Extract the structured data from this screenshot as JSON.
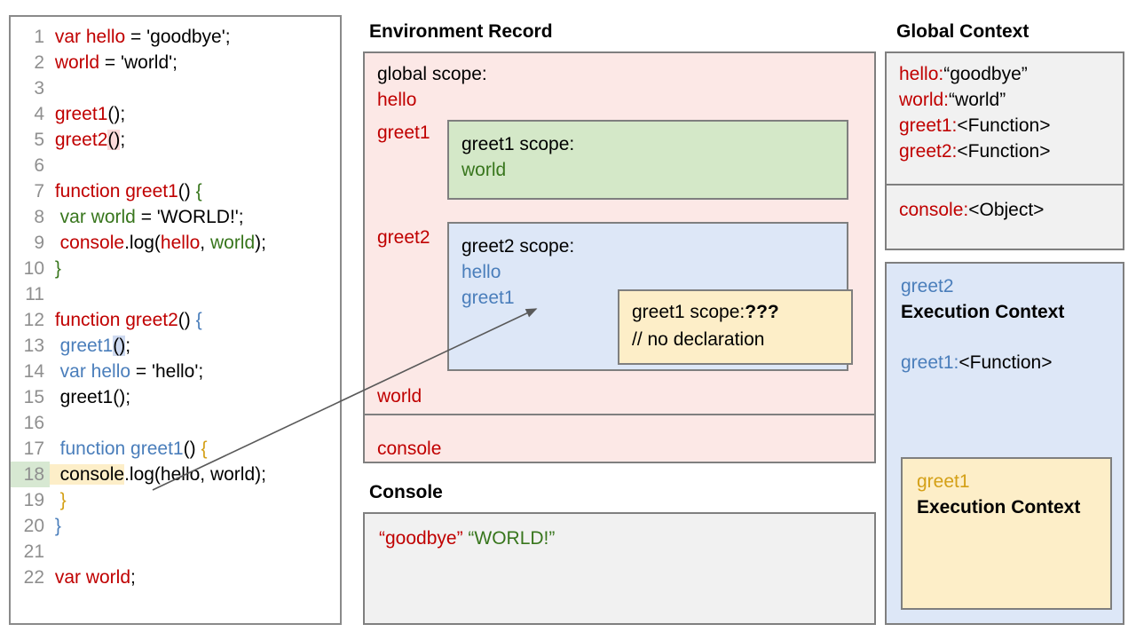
{
  "code": {
    "lines": [
      {
        "num": "1",
        "segments": [
          {
            "t": " var hello",
            "c": "k-red"
          },
          {
            "t": " = 'goodbye';",
            "c": "k-blk"
          }
        ]
      },
      {
        "num": "2",
        "segments": [
          {
            "t": " world",
            "c": "k-red"
          },
          {
            "t": " = 'world';",
            "c": "k-blk"
          }
        ]
      },
      {
        "num": "3",
        "segments": []
      },
      {
        "num": "4",
        "segments": [
          {
            "t": " greet1",
            "c": "k-red"
          },
          {
            "t": "()",
            "c": "k-blk"
          },
          {
            "t": ";",
            "c": "k-blk"
          }
        ]
      },
      {
        "num": "5",
        "segments": [
          {
            "t": " greet2",
            "c": "k-red"
          },
          {
            "t": "()",
            "c": "k-blk",
            "h": "hl-pink"
          },
          {
            "t": ";",
            "c": "k-blk"
          }
        ]
      },
      {
        "num": "6",
        "segments": []
      },
      {
        "num": "7",
        "segments": [
          {
            "t": " function greet1",
            "c": "k-red"
          },
          {
            "t": "() ",
            "c": "k-blk"
          },
          {
            "t": "{",
            "c": "k-green"
          }
        ]
      },
      {
        "num": "8",
        "segments": [
          {
            "t": "  var world",
            "c": "k-green"
          },
          {
            "t": " = 'WORLD!';",
            "c": "k-blk"
          }
        ]
      },
      {
        "num": "9",
        "segments": [
          {
            "t": "  console",
            "c": "k-red"
          },
          {
            "t": ".log(",
            "c": "k-blk"
          },
          {
            "t": "hello",
            "c": "k-red"
          },
          {
            "t": ", ",
            "c": "k-blk"
          },
          {
            "t": "world",
            "c": "k-green"
          },
          {
            "t": ");",
            "c": "k-blk"
          }
        ]
      },
      {
        "num": "10",
        "segments": [
          {
            "t": " ",
            "c": "k-blk"
          },
          {
            "t": "}",
            "c": "k-green"
          }
        ]
      },
      {
        "num": "11",
        "segments": []
      },
      {
        "num": "12",
        "segments": [
          {
            "t": " function greet2",
            "c": "k-red"
          },
          {
            "t": "() ",
            "c": "k-blk"
          },
          {
            "t": "{",
            "c": "k-blue"
          }
        ]
      },
      {
        "num": "13",
        "segments": [
          {
            "t": "  greet1",
            "c": "k-blue"
          },
          {
            "t": "()",
            "c": "k-blk",
            "h": "hl-blue"
          },
          {
            "t": ";",
            "c": "k-blk"
          }
        ]
      },
      {
        "num": "14",
        "segments": [
          {
            "t": "  var hello",
            "c": "k-blue"
          },
          {
            "t": " = 'hello';",
            "c": "k-blk"
          }
        ]
      },
      {
        "num": "15",
        "segments": [
          {
            "t": "  greet1();",
            "c": "k-blk"
          }
        ]
      },
      {
        "num": "16",
        "segments": []
      },
      {
        "num": "17",
        "segments": [
          {
            "t": "  function greet1",
            "c": "k-blue"
          },
          {
            "t": "() ",
            "c": "k-blk"
          },
          {
            "t": "{",
            "c": "k-gold"
          }
        ]
      },
      {
        "num": "18",
        "segments": [
          {
            "t": "  console",
            "c": "k-blk",
            "h": "hl-yell"
          },
          {
            "t": ".log(hello, world);",
            "c": "k-blk"
          }
        ],
        "highlight_num": true
      },
      {
        "num": "19",
        "segments": [
          {
            "t": "  ",
            "c": "k-blk"
          },
          {
            "t": "}",
            "c": "k-gold"
          }
        ]
      },
      {
        "num": "20",
        "segments": [
          {
            "t": " ",
            "c": "k-blk"
          },
          {
            "t": "}",
            "c": "k-blue"
          }
        ]
      },
      {
        "num": "21",
        "segments": []
      },
      {
        "num": "22",
        "segments": [
          {
            "t": " var world",
            "c": "k-red"
          },
          {
            "t": ";",
            "c": "k-blk"
          }
        ]
      }
    ]
  },
  "environment_record": {
    "heading": "Environment Record",
    "global_scope_label": "global scope:",
    "global_vars": [
      "hello",
      "greet1",
      "greet2",
      "world"
    ],
    "console_entry": "console",
    "greet1_scope": {
      "title": "greet1 scope:",
      "vars": [
        "world"
      ]
    },
    "greet2_scope": {
      "title": "greet2 scope:",
      "vars": [
        "hello",
        "greet1"
      ]
    },
    "tooltip": {
      "line1_label": "greet1 scope:",
      "line1_value": "???",
      "line2": "// no declaration"
    }
  },
  "console": {
    "heading": "Console",
    "output": [
      {
        "text": "“goodbye”",
        "color": "#c00000"
      },
      {
        "text": "“WORLD!”",
        "color": "#38761d"
      }
    ]
  },
  "global_context": {
    "heading": "Global Context",
    "bindings": [
      {
        "name": "hello:",
        "value": "“goodbye”"
      },
      {
        "name": "world:",
        "value": "“world”"
      },
      {
        "name": "greet1:",
        "value": "<Function>"
      },
      {
        "name": "greet2:",
        "value": "<Function>"
      }
    ],
    "object_binding": {
      "name": "console:",
      "value": "<Object>"
    }
  },
  "greet2_execution_context": {
    "name": "greet2",
    "title": "Execution Context",
    "bindings": [
      {
        "name": "greet1:",
        "value": "<Function>"
      }
    ],
    "nested": {
      "name": "greet1",
      "title": "Execution Context"
    }
  },
  "colors": {
    "red": "#c00000",
    "green": "#38761d",
    "blue": "#4a7ebb",
    "gold": "#d4a017",
    "pink_panel": "#fce8e6",
    "green_panel": "#d4e8c8",
    "blue_panel": "#dde7f7",
    "yellow_panel": "#fdeec8",
    "grey_panel": "#f1f1f1",
    "border": "#7f7f7f"
  }
}
